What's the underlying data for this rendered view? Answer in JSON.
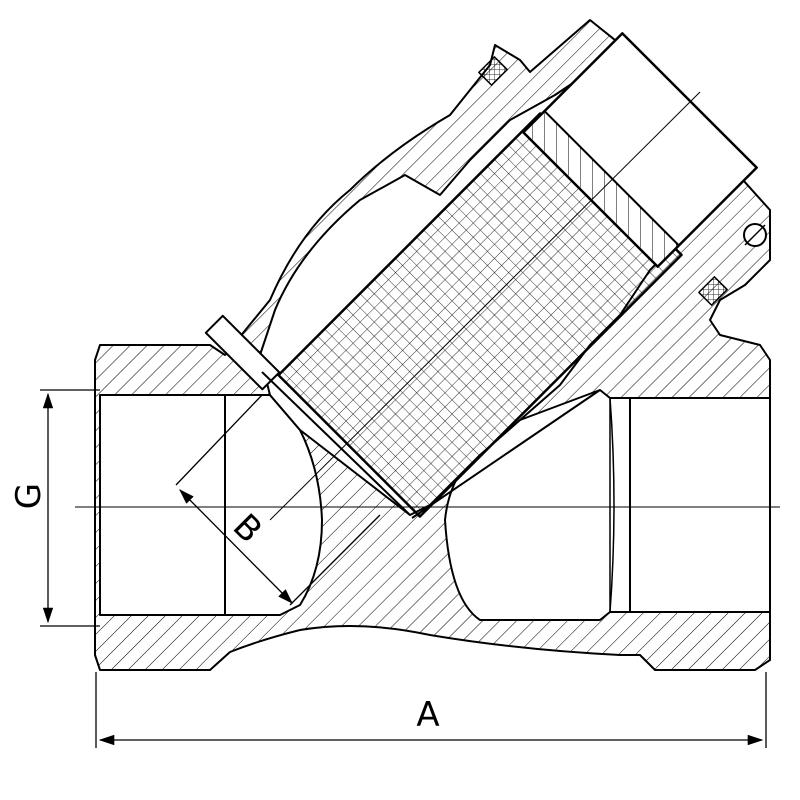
{
  "drawing": {
    "kind": "y-strainer section drawing",
    "stroke_color": "#000000",
    "background_color": "#ffffff"
  },
  "dimensions": {
    "overall_length_label": "A",
    "thread_size_label": "G",
    "screen_diameter_label": "B"
  }
}
